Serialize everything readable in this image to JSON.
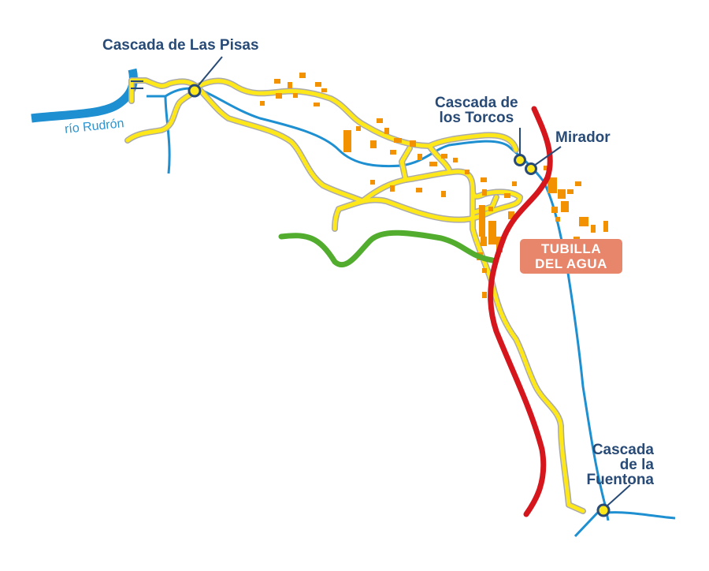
{
  "map": {
    "labels": {
      "pisas": "Cascada de Las Pisas",
      "torcos_1": "Cascada de",
      "torcos_2": "los Torcos",
      "mirador": "Mirador",
      "fuentona_1": "Cascada",
      "fuentona_2": "de la",
      "fuentona_3": "Fuentona",
      "river": "río Rudrón",
      "town_1": "TUBILLA",
      "town_2": "DEL AGUA"
    },
    "colors": {
      "river": "#1e8fd0",
      "road": "#ffe81a",
      "highway": "#d5161c",
      "trail": "#52ad2f",
      "buildings": "#f39200",
      "labels": "#284a76",
      "town_box": "#e8866c"
    }
  }
}
